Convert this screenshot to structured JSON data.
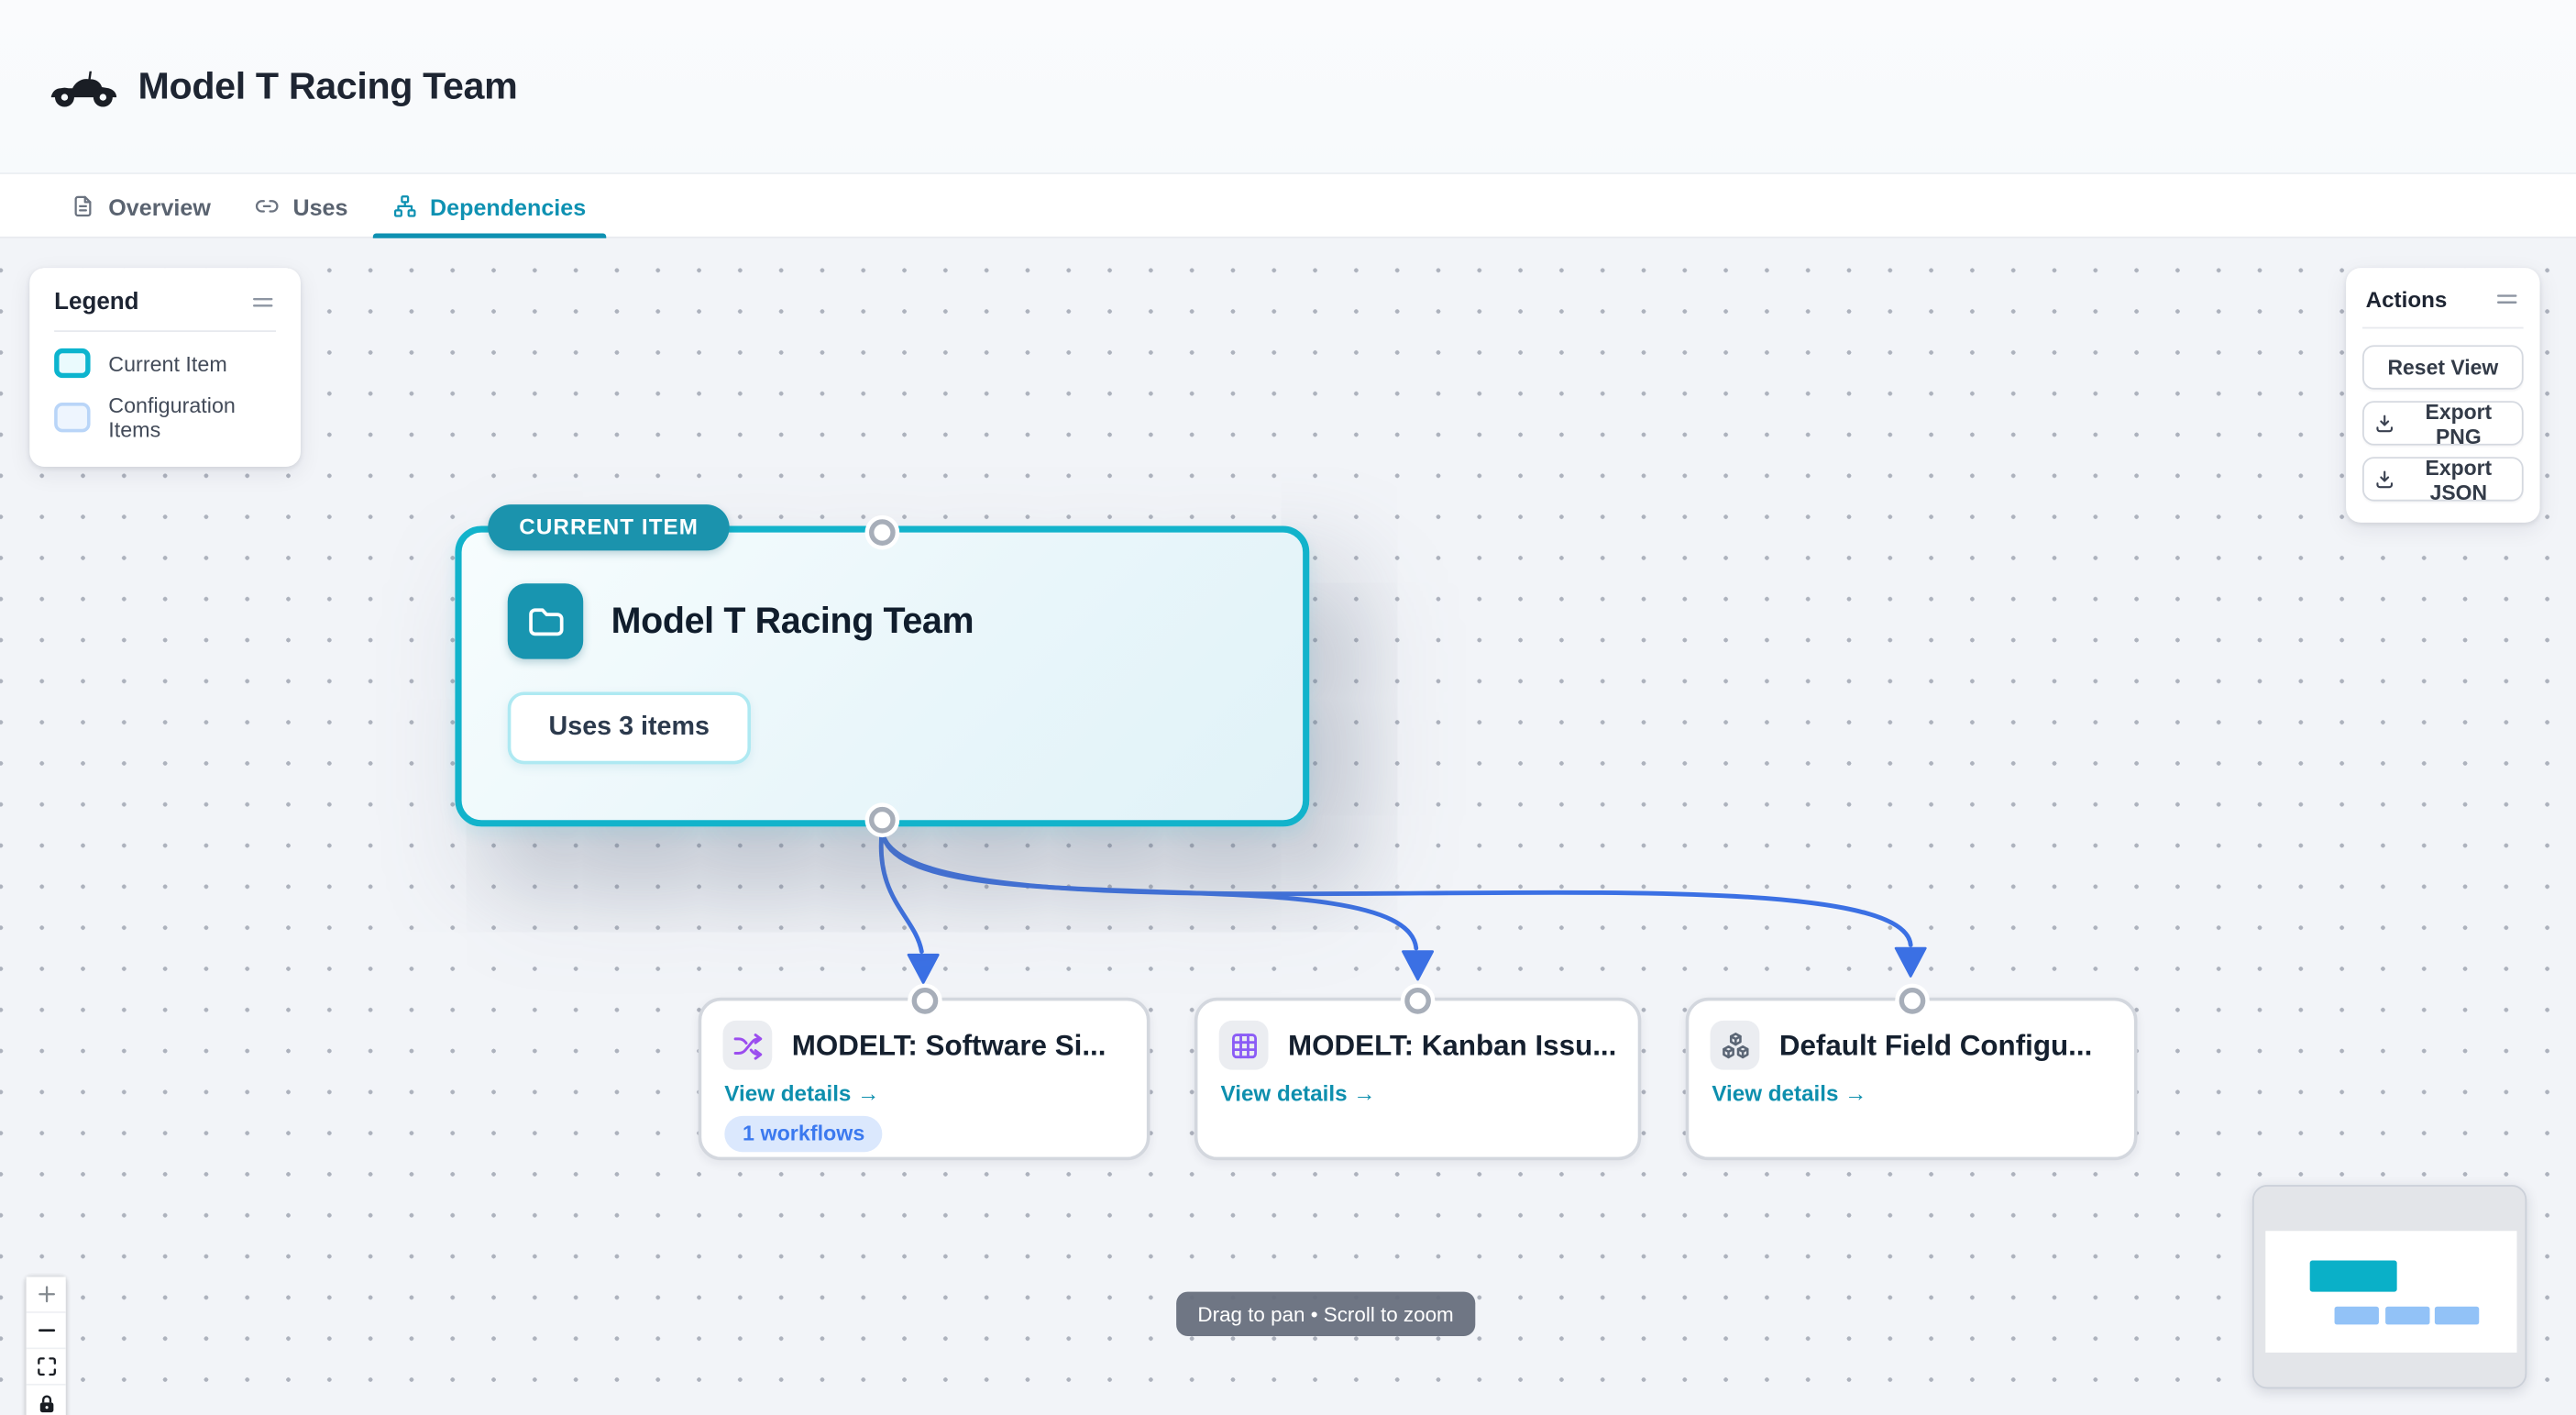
{
  "header": {
    "title": "Model T Racing Team",
    "icon": "vintage-car-icon"
  },
  "tabs": [
    {
      "label": "Overview",
      "icon": "document-icon",
      "active": false
    },
    {
      "label": "Uses",
      "icon": "link-icon",
      "active": false
    },
    {
      "label": "Dependencies",
      "icon": "sitemap-icon",
      "active": true
    }
  ],
  "legend": {
    "title": "Legend",
    "items": [
      {
        "label": "Current Item",
        "swatch": "current-item-swatch"
      },
      {
        "label": "Configuration Items",
        "swatch": "configuration-items-swatch"
      }
    ]
  },
  "actions": {
    "title": "Actions",
    "buttons": [
      {
        "label": "Reset View"
      },
      {
        "label": "Export PNG",
        "icon": "download-icon"
      },
      {
        "label": "Export JSON",
        "icon": "download-icon"
      }
    ]
  },
  "graph": {
    "current": {
      "badge": "CURRENT ITEM",
      "title": "Model T Racing Team",
      "uses": "Uses 3 items",
      "icon": "folder-icon"
    },
    "children": [
      {
        "title": "MODELT: Software Si...",
        "icon": "shuffle-icon",
        "link": "View details →",
        "badge": "1 workflows"
      },
      {
        "title": "MODELT: Kanban Issu...",
        "icon": "grid-icon",
        "link": "View details →"
      },
      {
        "title": "Default Field Configu...",
        "icon": "cubes-icon",
        "link": "View details →"
      }
    ]
  },
  "hint": "Drag to pan • Scroll to zoom",
  "controls": [
    "zoom-in-icon",
    "zoom-out-icon",
    "fit-view-icon",
    "lock-icon"
  ],
  "colors": {
    "accent_teal": "#0e91b2",
    "node_border_teal": "#12b3cb",
    "badge_bg": "#1b93ad",
    "edge_blue": "#3b70e4",
    "icon_purple": "#9b4def",
    "icon_violet": "#8b5cf6",
    "icon_gray": "#5b6675",
    "workflow_badge_bg": "#dbe8fd",
    "workflow_badge_text": "#3b79ef",
    "canvas_bg": "#f2f4f8"
  }
}
